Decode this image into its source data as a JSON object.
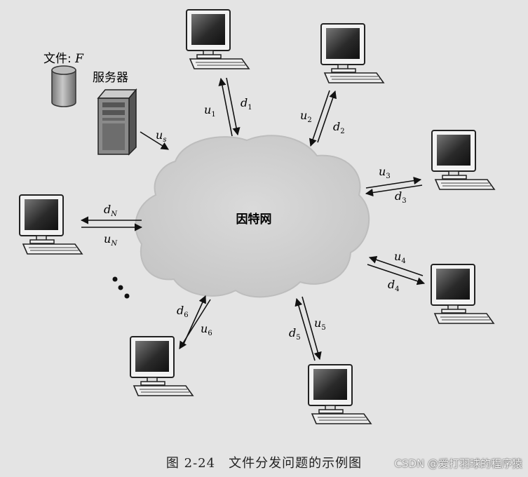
{
  "diagram": {
    "file_label_prefix": "文件: ",
    "file_label_var": "F",
    "server_label": "服务器",
    "cloud_label": "因特网",
    "server_link_label": {
      "base": "u",
      "sub": "s"
    },
    "links": [
      {
        "up": {
          "base": "u",
          "sub": "1"
        },
        "down": {
          "base": "d",
          "sub": "1"
        }
      },
      {
        "up": {
          "base": "u",
          "sub": "2"
        },
        "down": {
          "base": "d",
          "sub": "2"
        }
      },
      {
        "up": {
          "base": "u",
          "sub": "3"
        },
        "down": {
          "base": "d",
          "sub": "3"
        }
      },
      {
        "up": {
          "base": "u",
          "sub": "4"
        },
        "down": {
          "base": "d",
          "sub": "4"
        }
      },
      {
        "up": {
          "base": "u",
          "sub": "5"
        },
        "down": {
          "base": "d",
          "sub": "5"
        }
      },
      {
        "up": {
          "base": "u",
          "sub": "6"
        },
        "down": {
          "base": "d",
          "sub": "6"
        }
      },
      {
        "up": {
          "base": "u",
          "sub": "N"
        },
        "down": {
          "base": "d",
          "sub": "N"
        }
      }
    ],
    "ellipsis": "⋮"
  },
  "caption": "图 2-24　文件分发问题的示例图",
  "watermark": "CSDN @爱打羽球的程序猿",
  "colors": {
    "background": "#e4e4e4",
    "cloud": "#d2d2d2",
    "ink": "#111111"
  }
}
